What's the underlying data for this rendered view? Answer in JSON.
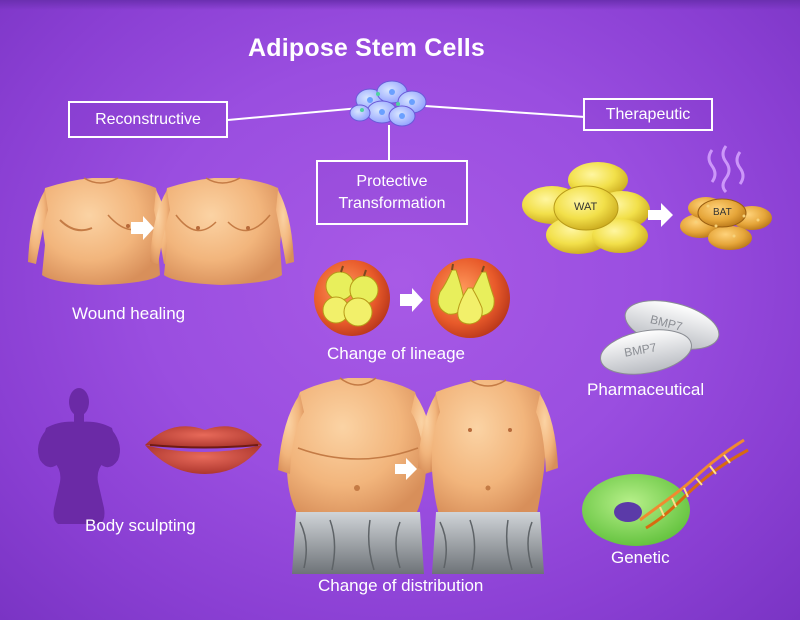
{
  "title": "Adipose Stem Cells",
  "categories": {
    "reconstructive": "Reconstructive",
    "protective": [
      "Protective",
      "Transformation"
    ],
    "therapeutic": "Therapeutic"
  },
  "labels": {
    "wound_healing": "Wound healing",
    "change_of_lineage": "Change of lineage",
    "pharmaceutical": "Pharmaceutical",
    "body_sculpting": "Body sculpting",
    "change_of_distribution": "Change of distribution",
    "genetic": "Genetic"
  },
  "fat_types": {
    "white": "WAT",
    "brown": "BAT"
  },
  "pills": [
    "BMP7",
    "BMP7"
  ],
  "colors": {
    "background": "#9a4ee0",
    "skin": "#f2b57c",
    "wat_yellow": "#f2e04a",
    "bat_orange": "#e6a63a",
    "cell_green": "#7ed957",
    "nucleus_purple": "#5b3aa8",
    "silhouette": "#6b2aa6"
  },
  "icons": [
    "stem-cell-cluster-icon",
    "arrow-right-icon",
    "apple-icon",
    "pear-icon",
    "pill-icon",
    "dna-helix-icon",
    "lips-icon",
    "body-silhouette-icon"
  ]
}
